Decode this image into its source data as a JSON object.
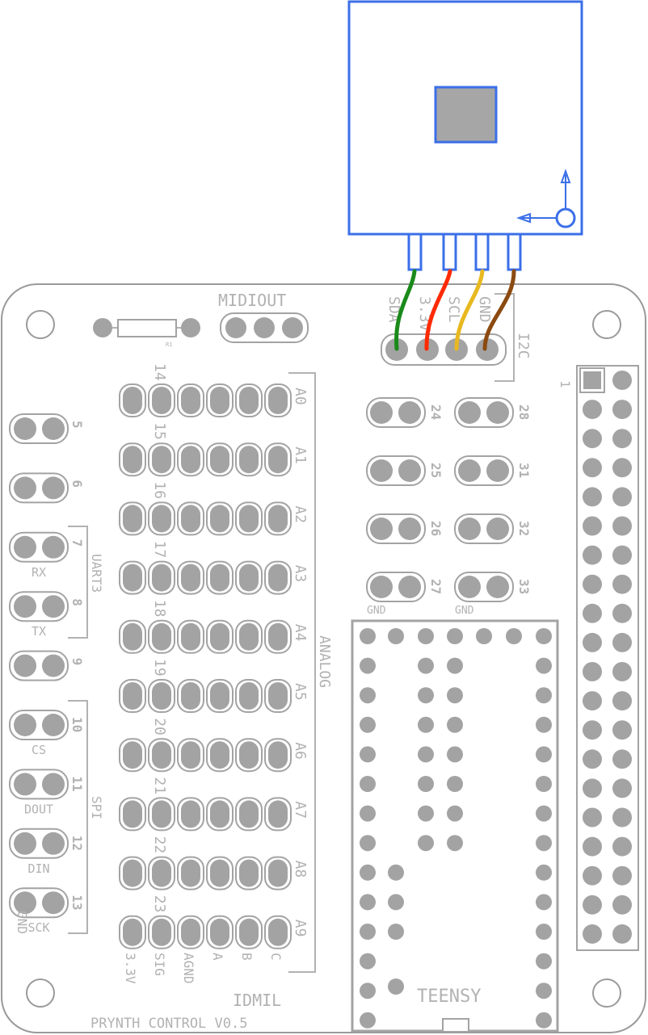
{
  "board": {
    "title": "PRYNTH CONTROL V0.5",
    "logo": "IDMIL",
    "midi_label": "MIDIOUT",
    "resistor_label": "R1",
    "i2c_group": "I2C",
    "i2c_pins": [
      "SDA",
      "3.3V",
      "SCL",
      "GND"
    ],
    "wire_colors": [
      "#1a8a1a",
      "#ff2a00",
      "#e8b820",
      "#8b4a10"
    ],
    "analog_group": "ANALOG",
    "analog_rows": [
      {
        "num": "14",
        "label": "A0"
      },
      {
        "num": "15",
        "label": "A1"
      },
      {
        "num": "16",
        "label": "A2"
      },
      {
        "num": "17",
        "label": "A3"
      },
      {
        "num": "18",
        "label": "A4"
      },
      {
        "num": "19",
        "label": "A5"
      },
      {
        "num": "20",
        "label": "A6"
      },
      {
        "num": "21",
        "label": "A7"
      },
      {
        "num": "22",
        "label": "A8"
      },
      {
        "num": "23",
        "label": "A9"
      }
    ],
    "analog_bottom_labels": [
      "3.3V",
      "SIG",
      "AGND",
      "A",
      "B",
      "C"
    ],
    "left_pads": [
      {
        "num": "5",
        "sub": ""
      },
      {
        "num": "6",
        "sub": ""
      },
      {
        "num": "7",
        "sub": "RX"
      },
      {
        "num": "8",
        "sub": "TX"
      },
      {
        "num": "9",
        "sub": ""
      },
      {
        "num": "10",
        "sub": "CS"
      },
      {
        "num": "11",
        "sub": "DOUT"
      },
      {
        "num": "12",
        "sub": "DIN"
      },
      {
        "num": "13",
        "sub": "SCK"
      }
    ],
    "uart_group": "UART3",
    "spi_group": "SPI",
    "gnd_side_label": "GND",
    "mid_pads_left": [
      "24",
      "25",
      "26",
      "27"
    ],
    "mid_pads_right": [
      "28",
      "31",
      "32",
      "33"
    ],
    "gnd_under_left": "GND",
    "gnd_under_right": "GND",
    "teensy_label": "TEENSY",
    "header_pin1": "1"
  }
}
